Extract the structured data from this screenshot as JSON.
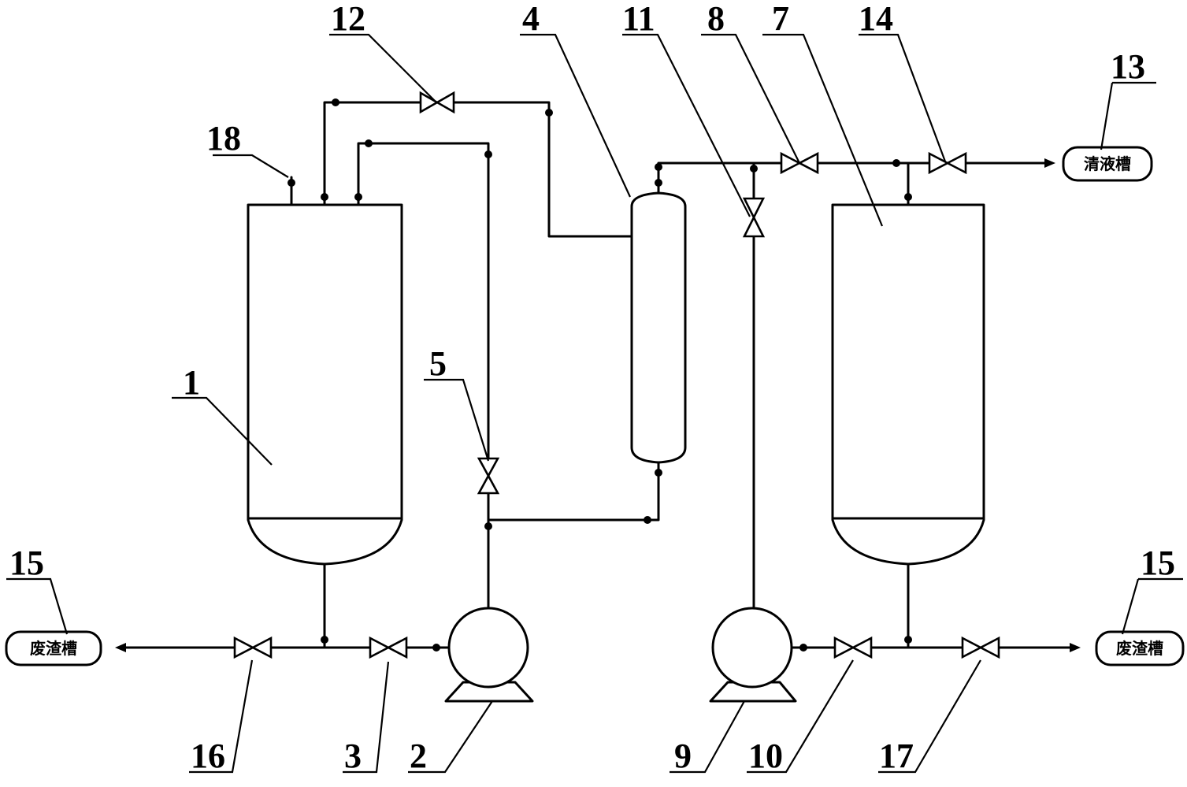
{
  "labels": {
    "n1": "1",
    "n2": "2",
    "n3": "3",
    "n4": "4",
    "n5": "5",
    "n7": "7",
    "n8": "8",
    "n9": "9",
    "n10": "10",
    "n11": "11",
    "n12": "12",
    "n13": "13",
    "n14": "14",
    "n15_left": "15",
    "n15_right": "15",
    "n16": "16",
    "n17": "17",
    "n18": "18"
  },
  "terminals": {
    "clear_liquid_tank": "清液槽",
    "waste_tank_left": "废渣槽",
    "waste_tank_right": "废渣槽"
  },
  "colors": {
    "line": "#000000",
    "background": "#ffffff"
  }
}
